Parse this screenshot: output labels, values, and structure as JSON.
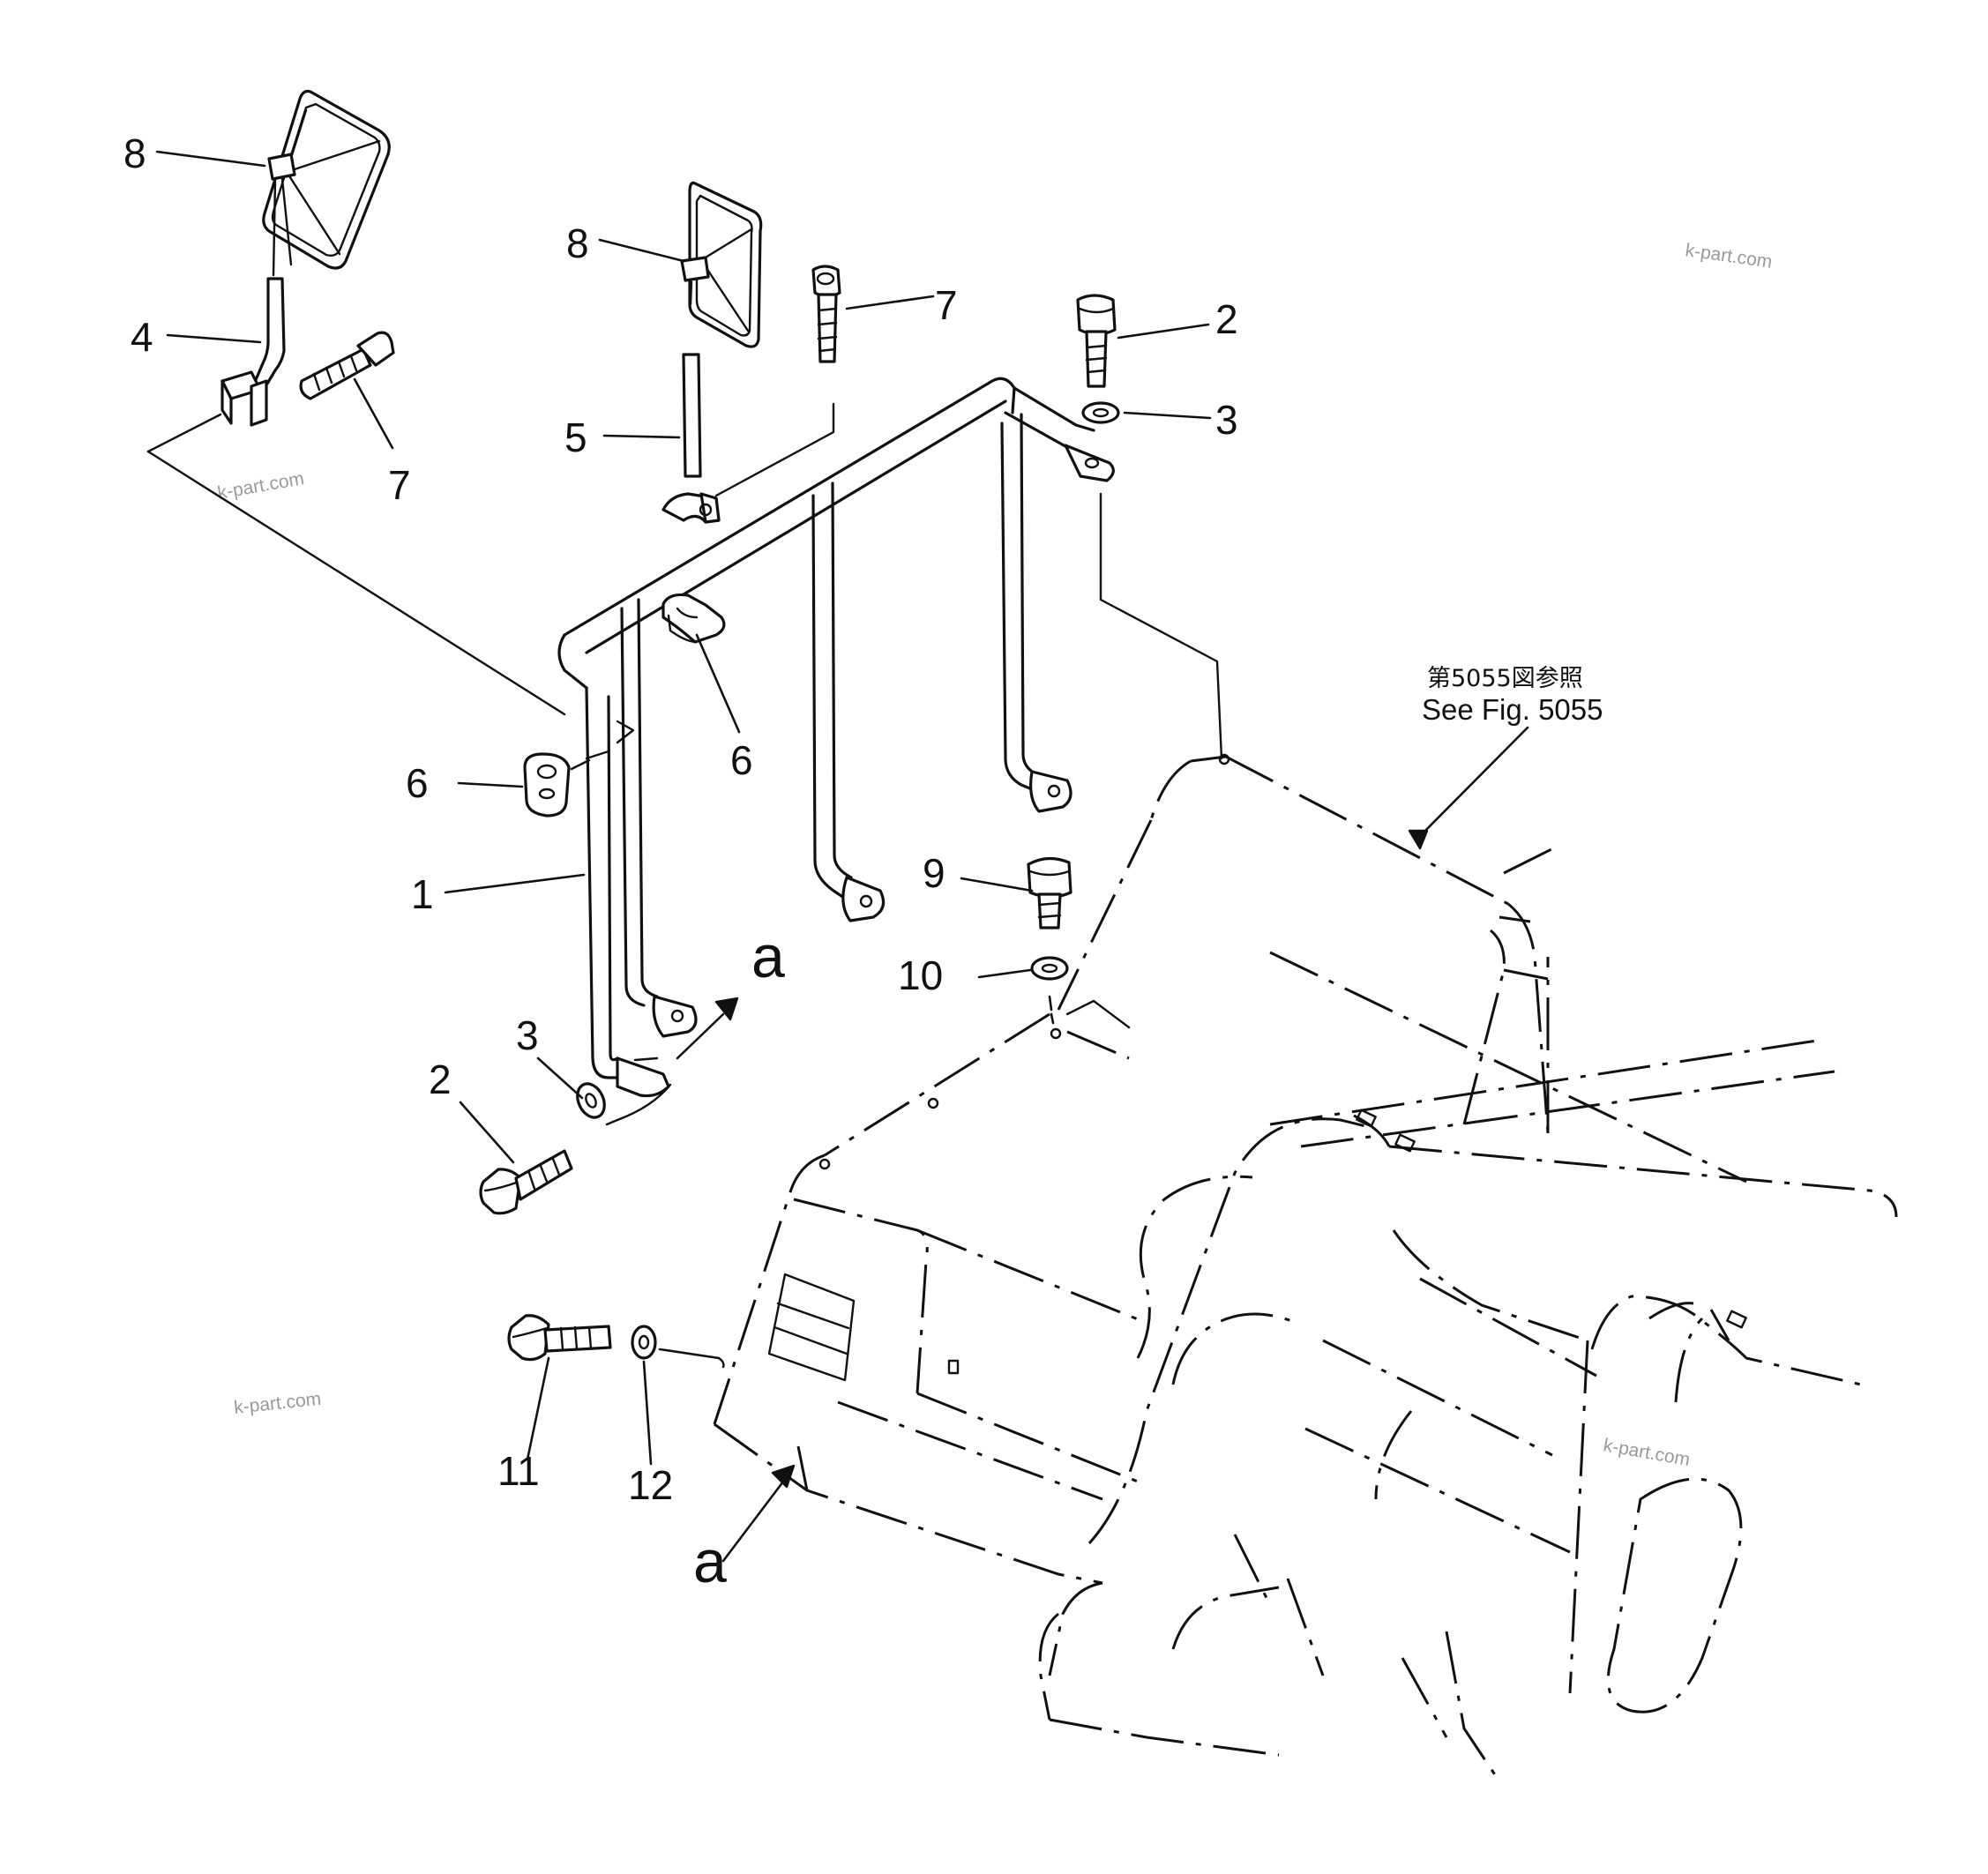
{
  "diagram": {
    "callouts": {
      "c1": "1",
      "c2a": "2",
      "c2b": "2",
      "c3a": "3",
      "c3b": "3",
      "c4": "4",
      "c5": "5",
      "c6a": "6",
      "c6b": "6",
      "c7a": "7",
      "c7b": "7",
      "c8a": "8",
      "c8b": "8",
      "c9": "9",
      "c10": "10",
      "c11": "11",
      "c12": "12"
    },
    "connection_letters": {
      "a_upper": "a",
      "a_lower": "a"
    },
    "reference_note": {
      "japanese": "第5055図参照",
      "english": "See Fig. 5055"
    },
    "watermarks": {
      "w1": "k-part.com",
      "w2": "k-part.com",
      "w3": "k-part.com",
      "w4": "k-part.com"
    }
  }
}
